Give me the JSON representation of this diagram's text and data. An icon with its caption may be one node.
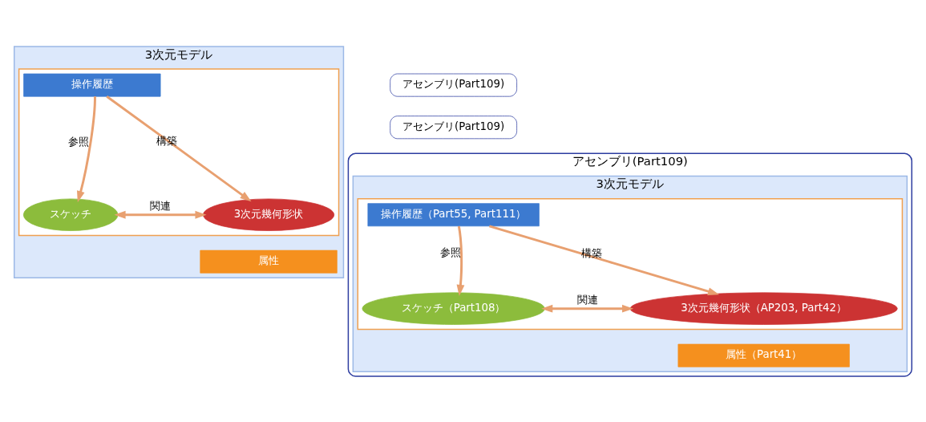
{
  "diagram": {
    "nodes": [
      {
        "text": [
          "3次元モデル"
        ]
      },
      {
        "text": [],
        "shape": "box",
        "in": 0
      },
      {
        "text": [
          "操作履歴"
        ],
        "in": 1
      },
      {
        "text": [
          "スケッチ"
        ],
        "in": 1
      },
      {
        "text": [
          "3次元幾何形状"
        ],
        "in": 1
      },
      {
        "text": [
          "属性"
        ],
        "in": 0
      },
      {
        "text": [
          "アセンブリ(Part109)"
        ]
      },
      {
        "text": [
          "アセンブリ(Part109)"
        ]
      },
      {
        "text": [
          "アセンブリ(Part109)"
        ]
      },
      {
        "text": [
          "3次元モデル"
        ],
        "in": 8
      },
      {
        "text": [],
        "shape": "box",
        "in": 9
      },
      {
        "text": [
          "操作履歴（Part55, Part111）"
        ],
        "in": 10
      },
      {
        "text": [
          "スケッチ（Part108）"
        ],
        "in": 10
      },
      {
        "text": [
          "3次元幾何形状（AP203, Part42）"
        ],
        "in": 10
      },
      {
        "text": [
          "属性（Part41）"
        ],
        "in": 9
      }
    ],
    "edges": [
      {
        "from": 2,
        "to": 3,
        "arrow": "to",
        "label": "参照"
      },
      {
        "from": 2,
        "to": 4,
        "arrow": "to",
        "label": "構築"
      },
      {
        "from": 3,
        "to": 4,
        "arrow": "both",
        "label": "関連"
      },
      {
        "from": 11,
        "to": 12,
        "arrow": "to",
        "label": "参照"
      },
      {
        "from": 11,
        "to": 13,
        "arrow": "to",
        "label": "構築"
      },
      {
        "from": 12,
        "to": 13,
        "arrow": "both",
        "label": "関連"
      }
    ]
  }
}
